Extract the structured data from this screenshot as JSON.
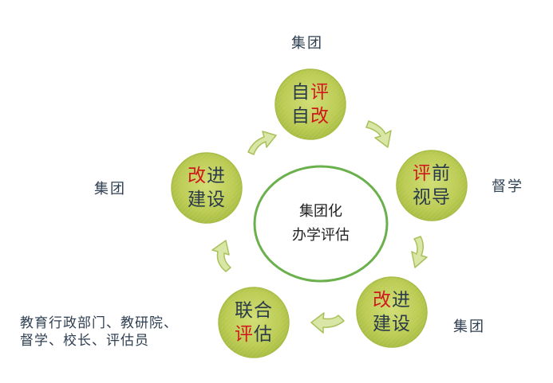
{
  "center": {
    "line1": "集团化",
    "line2": "办学评估"
  },
  "nodes": {
    "top": {
      "a1": "自",
      "a2": "评",
      "b1": "自",
      "b2": "改"
    },
    "right": {
      "a1": "评",
      "a2": "前",
      "b1": "视导"
    },
    "bottom_right": {
      "a1": "改",
      "a2": "进",
      "b1": "建设"
    },
    "bottom_left": {
      "a1": "联合",
      "b1": "评",
      "b2": "估"
    },
    "left": {
      "a1": "改",
      "a2": "进",
      "b1": "建设"
    }
  },
  "labels": {
    "top": "集团",
    "left": "集团",
    "right": "督学",
    "bottom_right": "集团",
    "bottom_left_line1": "教育行政部门、教研院、",
    "bottom_left_line2": "督学、校长、评估员"
  },
  "colors": {
    "node_fill": "#bfcf5a",
    "node_edge": "#a8bc45",
    "center_ring": "#6ab04c",
    "arrow_fill": "#d9e6a5",
    "arrow_edge": "#a9c15a",
    "highlight": "#d0181c"
  }
}
